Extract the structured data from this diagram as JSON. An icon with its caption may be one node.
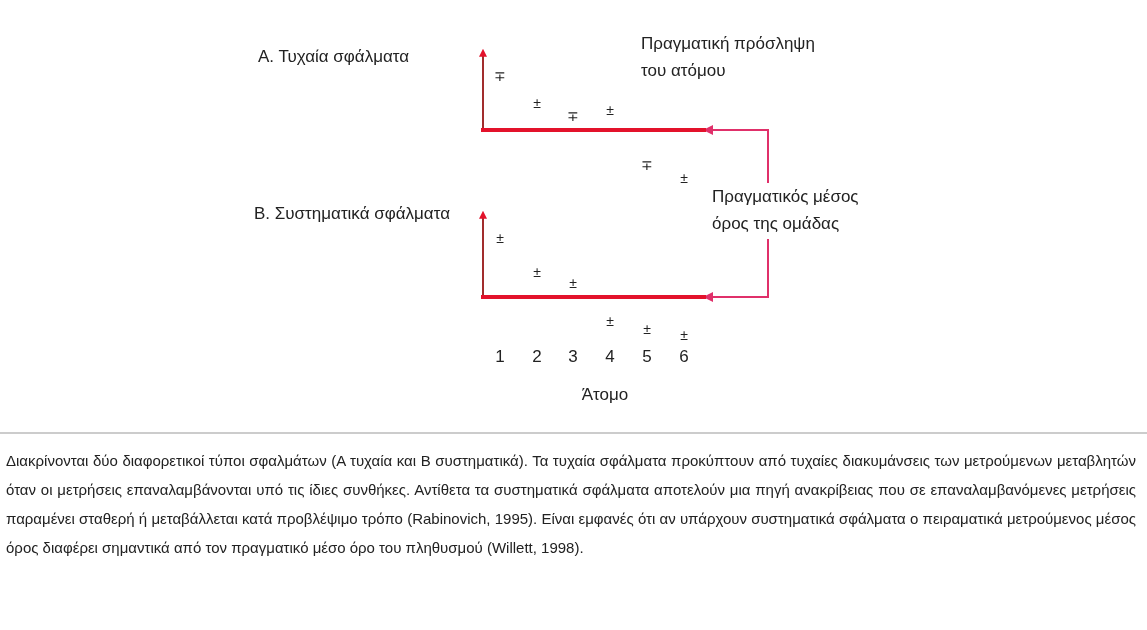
{
  "diagram": {
    "caption": "Διακρίνονται δύο διαφορετικοί τύποι σφαλμάτων (Α τυχαία και Β συστηματικά). Τα τυχαία σφάλματα προκύπτουν από τυχαίες διακυμάνσεις των μετρούμενων μεταβλητών όταν οι μετρήσεις επαναλαμβάνονται υπό τις ίδιες συνθήκες. Αντίθετα τα συστηματικά σφάλματα αποτελούν μια πηγή ανακρίβειας που σε επαναλαμβανόμενες μετρήσεις παραμένει σταθερή ή μεταβάλλεται κατά προβλέψιμο τρόπο (Rabinovich, 1995). Είναι εμφανές ότι αν υπάρχουν συστηματικά σφάλματα ο πειραματικά μετρούμενος μέσος όρος διαφέρει σημαντικά από τον πραγματικό μέσο όρο του πληθυσμού (Willett, 1998).",
    "nodes": [
      {
        "text": [],
        "shape": "bar"
      },
      {
        "text": [],
        "shape": "bar"
      },
      {
        "text": [
          "Πραγματικός μέσος όρος της ομάδας"
        ]
      }
    ],
    "edges": [
      {
        "from": 2,
        "to": 0,
        "arrow": "to"
      },
      {
        "from": 2,
        "to": 1,
        "arrow": "to"
      }
    ],
    "labels": [
      "Α. Τυχαία σφάλματα",
      "Πραγματική πρόσληψη του ατόμου",
      "∓",
      "±",
      "∓",
      "±",
      "∓",
      "±",
      "Β. Συστηματικά σφάλματα",
      "±",
      "±",
      "±",
      "±",
      "±",
      "±",
      "1",
      "2",
      "3",
      "4",
      "5",
      "6",
      "Άτομο"
    ]
  }
}
